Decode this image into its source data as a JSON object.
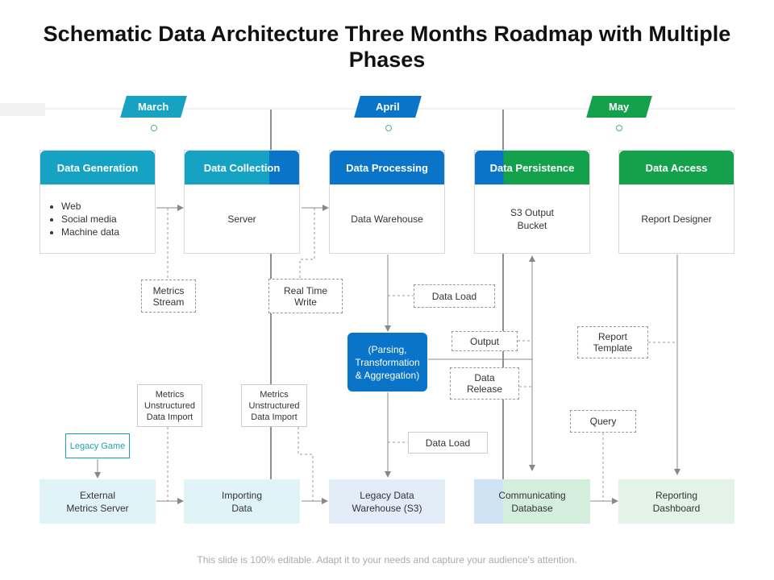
{
  "title": "Schematic Data Architecture Three Months Roadmap with Multiple Phases",
  "months": [
    "March",
    "April",
    "May"
  ],
  "phases": [
    {
      "title": "Data Generation",
      "bullets": [
        "Web",
        "Social media",
        "Machine data"
      ]
    },
    {
      "title": "Data Collection",
      "body": "Server"
    },
    {
      "title": "Data Processing",
      "body": "Data Warehouse"
    },
    {
      "title": "Data Persistence",
      "body": "S3 Output\nBucket"
    },
    {
      "title": "Data Access",
      "body": "Report Designer"
    }
  ],
  "labels": {
    "metrics_stream": "Metrics\nStream",
    "real_time_write": "Real Time\nWrite",
    "data_load_top": "Data Load",
    "output": "Output",
    "report_template": "Report\nTemplate",
    "data_release": "Data\nRelease",
    "metrics_import_1": "Metrics\nUnstructured\nData Import",
    "metrics_import_2": "Metrics\nUnstructured\nData Import",
    "query": "Query",
    "data_load_bottom": "Data Load",
    "parsing": "(Parsing,\nTransformation\n& Aggregation)",
    "legacy_game": "Legacy Game"
  },
  "bottom": [
    "External\nMetrics Server",
    "Importing\nData",
    "Legacy Data\nWarehouse (S3)",
    "Communicating\nDatabase",
    "Reporting\nDashboard"
  ],
  "colors": {
    "teal": "#16a3c3",
    "blue": "#0a74c8",
    "green": "#13a24b"
  },
  "footer": "This slide is 100% editable. Adapt it to your needs and capture your audience's attention."
}
